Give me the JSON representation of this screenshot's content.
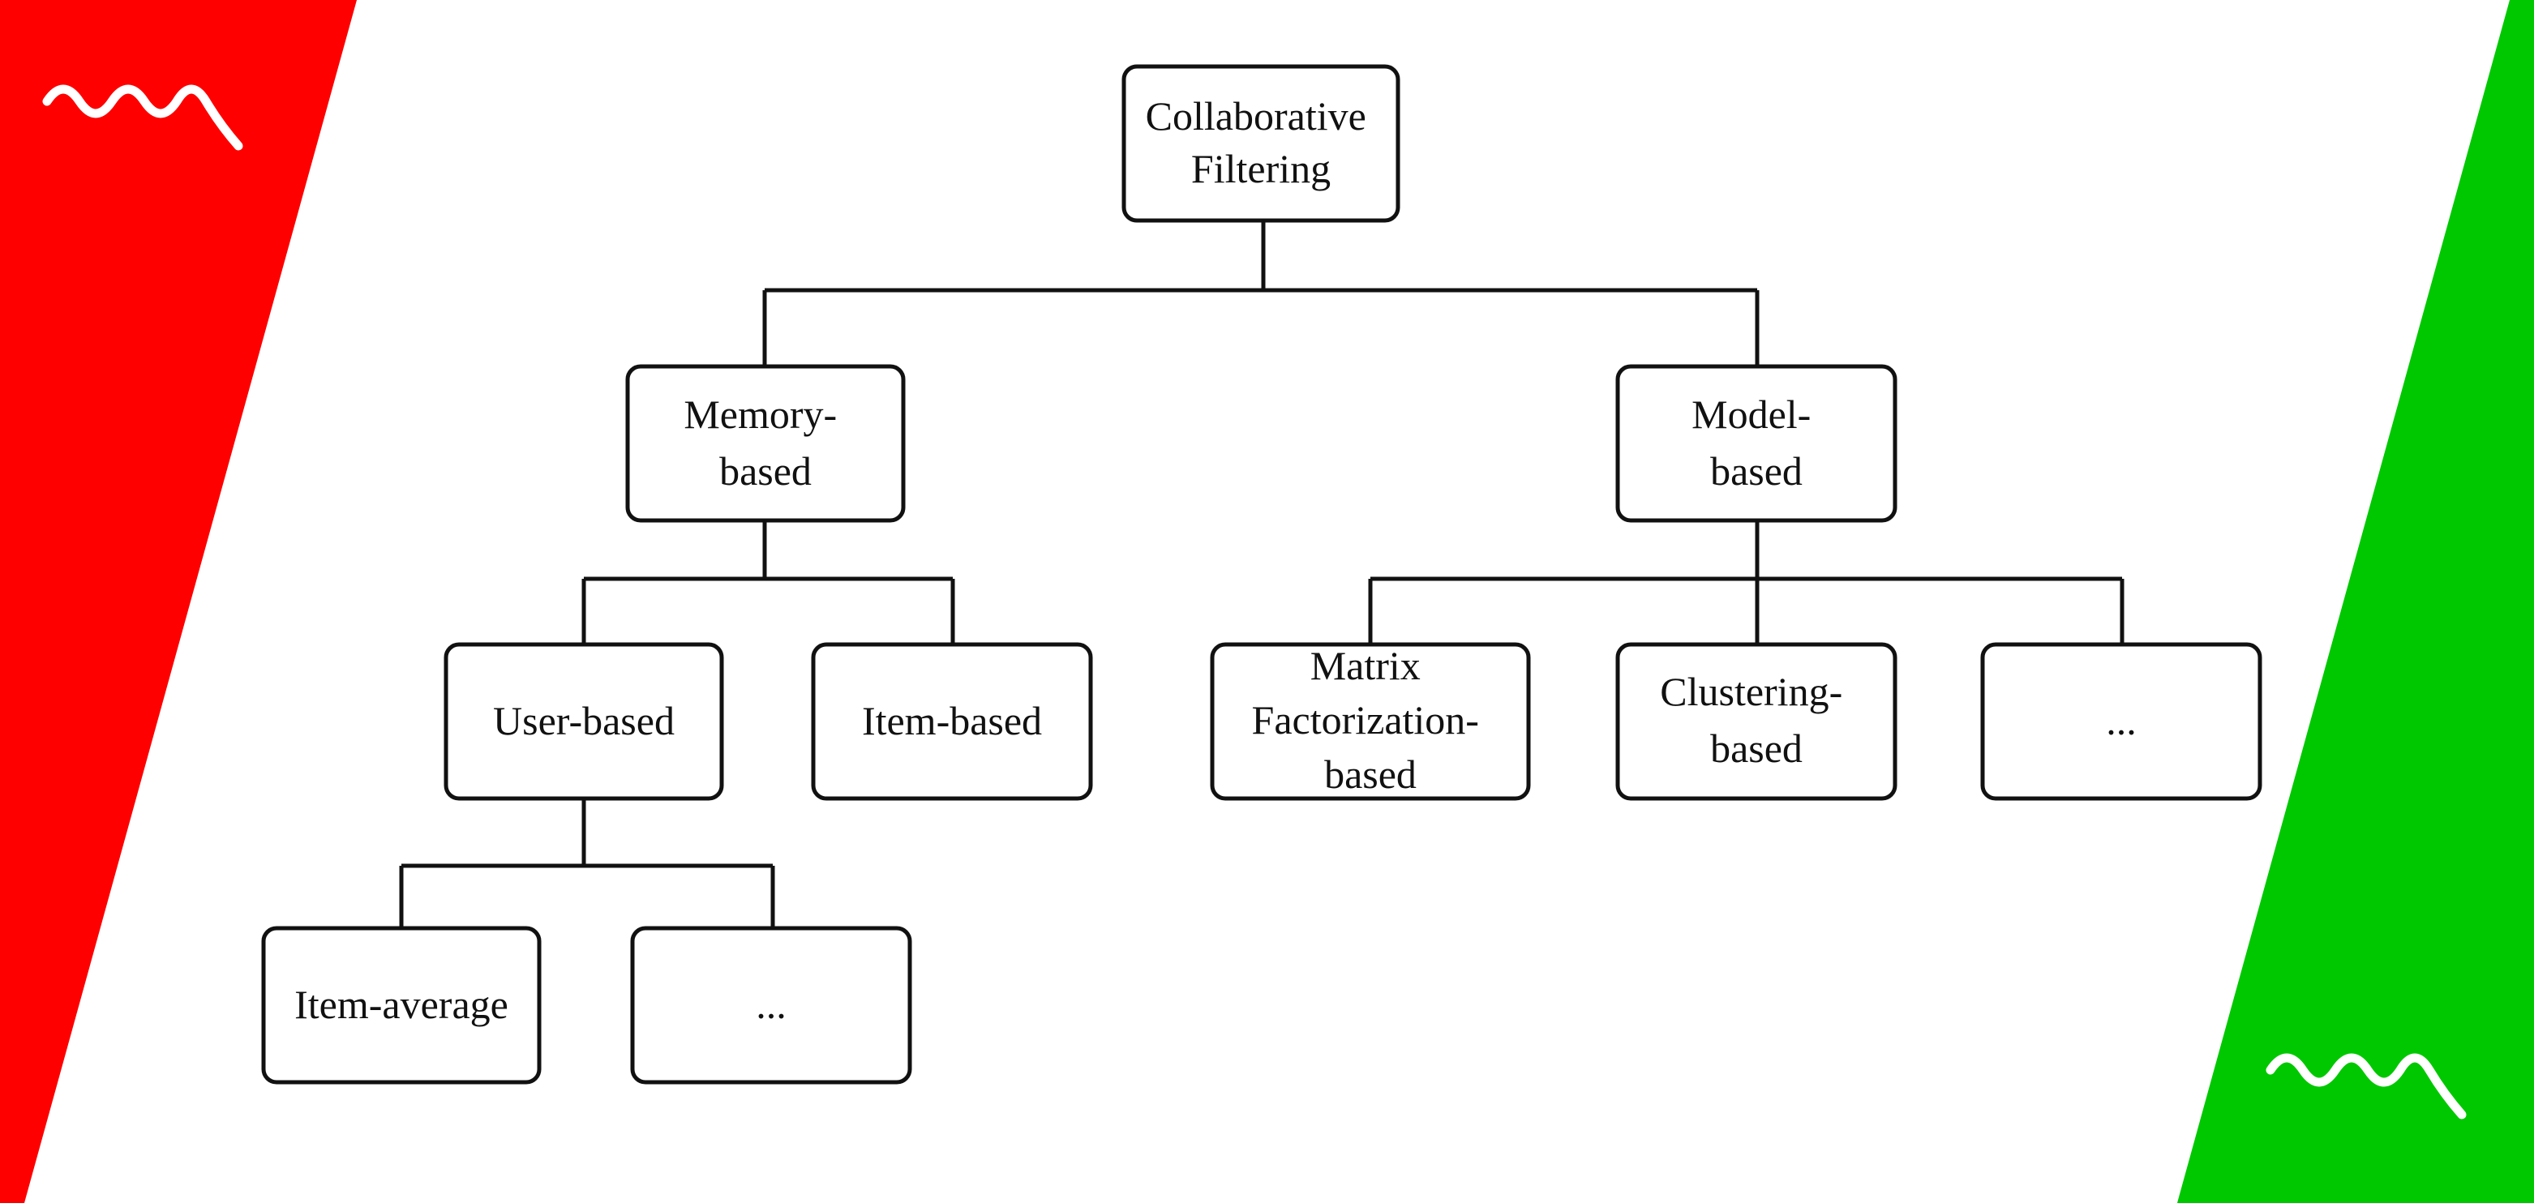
{
  "colors": {
    "left_band": "#ff0000",
    "right_band": "#00c800",
    "node_stroke": "#111111",
    "logo": "#ffffff"
  },
  "icons": {
    "top_left_logo": "wave-logo-icon",
    "bottom_right_logo": "wave-logo-icon"
  },
  "diagram": {
    "root": {
      "lines": [
        "Collaborative",
        "Filtering"
      ]
    },
    "memory": {
      "lines": [
        "Memory-",
        "based"
      ]
    },
    "model": {
      "lines": [
        "Model-",
        "based"
      ]
    },
    "user": {
      "lines": [
        "User-based"
      ]
    },
    "item": {
      "lines": [
        "Item-based"
      ]
    },
    "matrix": {
      "lines": [
        "Matrix",
        "Factorization-",
        "based"
      ]
    },
    "clustering": {
      "lines": [
        "Clustering-",
        "based"
      ]
    },
    "model_more": {
      "lines": [
        "..."
      ]
    },
    "item_average": {
      "lines": [
        "Item-average"
      ]
    },
    "user_more": {
      "lines": [
        "..."
      ]
    }
  }
}
